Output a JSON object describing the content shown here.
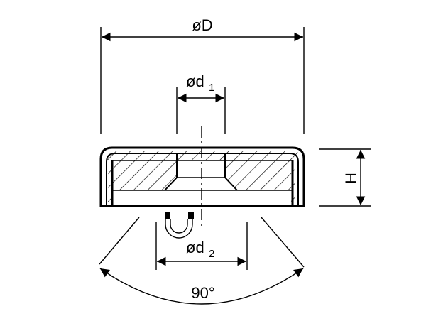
{
  "labels": {
    "outer_diameter": "øD",
    "inner_diameter_1": "ød",
    "inner_diameter_1_sub": "1",
    "inner_diameter_2": "ød",
    "inner_diameter_2_sub": "2",
    "height": "H",
    "countersink_angle": "90°"
  }
}
